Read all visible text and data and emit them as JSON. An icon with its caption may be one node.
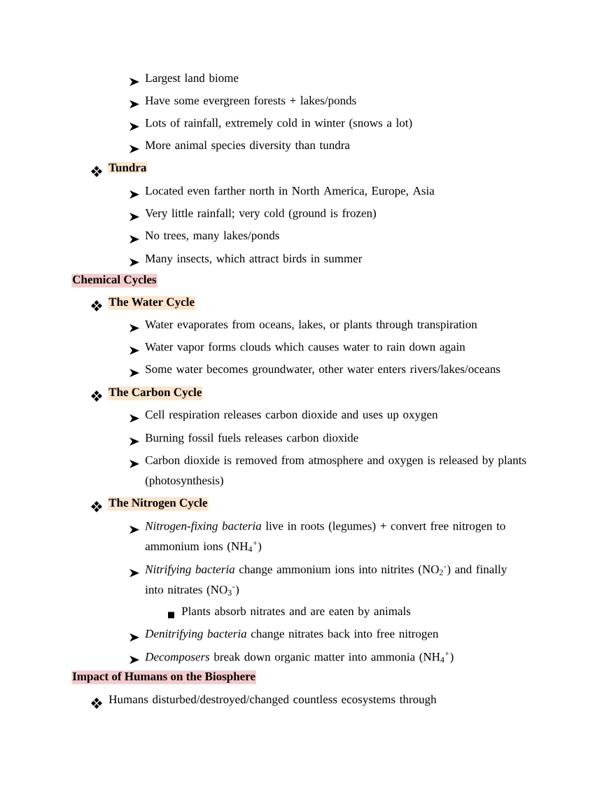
{
  "diagram": {
    "labels": [
      "Largest land biome",
      "Have some evergreen forests + lakes/ponds",
      "Lots of rainfall, extremely cold in winter (snows a lot)",
      "More animal species diversity than tundra",
      "Tundra",
      "Located even farther north in North America, Europe, Asia",
      "Very little rainfall; very cold (ground is frozen)",
      "No trees, many lakes/ponds",
      "Many insects, which attract birds in summer",
      "Chemical Cycles",
      "The Water Cycle",
      "Water evaporates from oceans, lakes, or plants through transpiration",
      "Water vapor forms clouds which causes water to rain down again",
      "Some water becomes groundwater, other water enters rivers/lakes/oceans",
      "The Carbon Cycle",
      "Cell respiration releases carbon dioxide and uses up oxygen",
      "Burning fossil fuels releases carbon dioxide",
      "Carbon dioxide is removed from atmosphere and oxygen is released by plants (photosynthesis)",
      "The Nitrogen Cycle",
      "*Nitrogen-fixing bacteria* live in roots (legumes) + convert free nitrogen to ammonium ions (NH$_{4}$$^{+}$)",
      "*Nitrifying bacteria* change ammonium ions into nitrites (NO$_{2}$$^{-}$) and finally into nitrates (NO$_{3}$$^{-}$)",
      "Plants absorb nitrates and are eaten by animals",
      "*Denitrifying bacteria* change nitrates back into free nitrogen",
      "*Decomposers* break down organic matter into ammonia (NH$_{4}$$^{+}$)",
      "Impact of Humans on the Biosphere",
      "Humans disturbed/destroyed/changed countless ecosystems through"
    ]
  }
}
